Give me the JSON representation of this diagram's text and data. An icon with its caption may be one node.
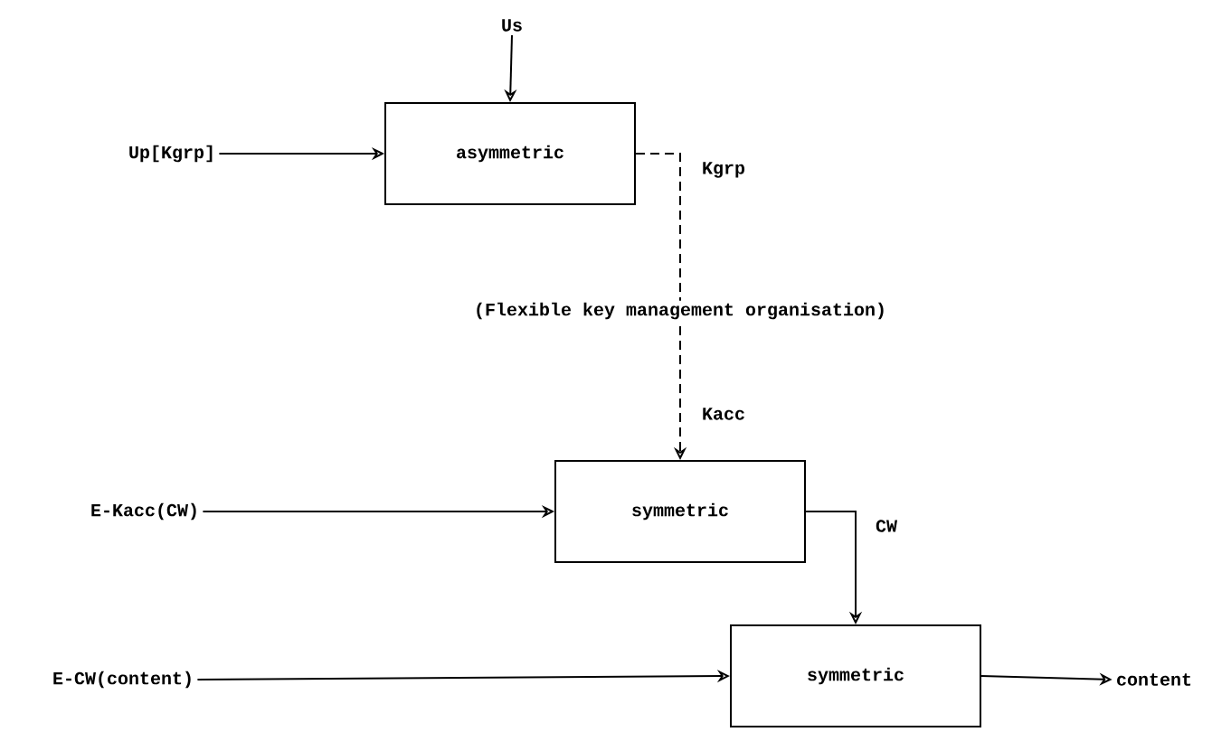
{
  "diagram": {
    "nodes": [
      {
        "text": [
          "Us"
        ]
      },
      {
        "text": [
          "Up[Kgrp]"
        ]
      },
      {
        "text": [
          "asymmetric"
        ]
      },
      {
        "text": [
          "E-Kacc(CW)"
        ]
      },
      {
        "text": [
          "symmetric"
        ]
      },
      {
        "text": [
          "E-CW(content)"
        ]
      },
      {
        "text": [
          "symmetric"
        ]
      },
      {
        "text": [
          "content"
        ]
      }
    ],
    "edges": [
      {
        "from": 0,
        "to": 2,
        "arrow": "to"
      },
      {
        "from": 1,
        "to": 2,
        "arrow": "to"
      },
      {
        "from": 2,
        "to": 4,
        "arrow": "to",
        "style": "dashed",
        "label": "Kgrp"
      },
      {
        "from": 3,
        "to": 4,
        "arrow": "to"
      },
      {
        "from": 4,
        "to": 6,
        "arrow": "to",
        "label": "CW"
      },
      {
        "from": 5,
        "to": 6,
        "arrow": "to"
      },
      {
        "from": 6,
        "to": 7,
        "arrow": "to"
      }
    ],
    "labels": [
      "(Flexible key management organisation)",
      "Kacc"
    ]
  }
}
